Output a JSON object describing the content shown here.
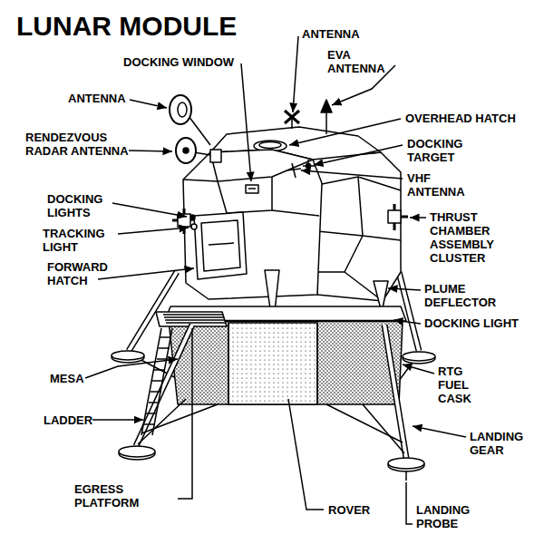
{
  "diagram": {
    "title": "LUNAR MODULE",
    "labels": [
      "ANTENNA",
      "EVA ANTENNA",
      "DOCKING WINDOW",
      "ANTENNA",
      "OVERHEAD HATCH",
      "RENDEZVOUS RADAR ANTENNA",
      "DOCKING TARGET",
      "VHF ANTENNA",
      "DOCKING LIGHTS",
      "THRUST CHAMBER ASSEMBLY CLUSTER",
      "TRACKING LIGHT",
      "FORWARD HATCH",
      "PLUME DEFLECTOR",
      "DOCKING LIGHT",
      "MESA",
      "RTG FUEL CASK",
      "LADDER",
      "LANDING GEAR",
      "EGRESS PLATFORM",
      "ROVER",
      "LANDING PROBE"
    ]
  }
}
